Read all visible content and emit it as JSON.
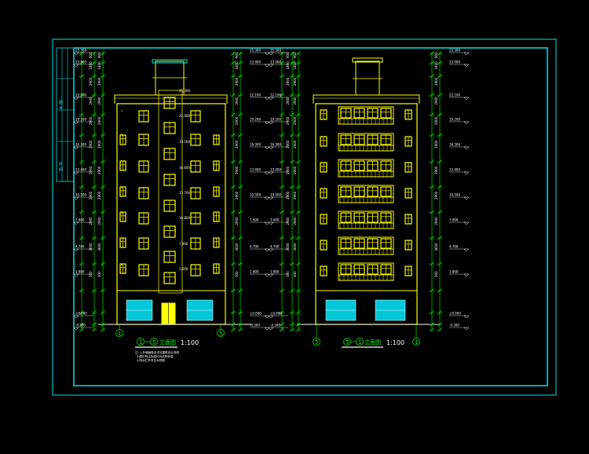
{
  "colors": {
    "background": "#000000",
    "frame": "#00e5e5",
    "wall": "#ffff00",
    "window": "#ffff00",
    "glass": "#00c8d8",
    "dim": "#00ff00",
    "text_white": "#ffffff",
    "door": "#ffff00"
  },
  "left_elevation": {
    "title_axis_a": "1",
    "title_axis_b": "5",
    "title_text": "立面图",
    "scale": "1:100",
    "axis_left": "1",
    "axis_right": "5",
    "notes": [
      "注: 1.外墙面做法详见建筑设计说明",
      "2.图中所注标高均为结构标高",
      "3.阳台栏杆详见大样图"
    ]
  },
  "right_elevation": {
    "title_axis_a": "5",
    "title_axis_b": "1",
    "title_text": "立面图",
    "scale": "1:100",
    "axis_left": "5",
    "axis_right": "1"
  },
  "levels": [
    "25.300",
    "23.900",
    "22.100",
    "19.200",
    "16.300",
    "13.400",
    "10.500",
    "7.600",
    "4.700",
    "1.800",
    "±0.000",
    "-0.300"
  ],
  "level_labels_mid": [
    "25.300",
    "22.400",
    "19.500",
    "16.600",
    "13.700",
    "10.800",
    "7.900",
    "5.000"
  ],
  "title_block_text": [
    "图",
    "号",
    "比",
    "例"
  ]
}
